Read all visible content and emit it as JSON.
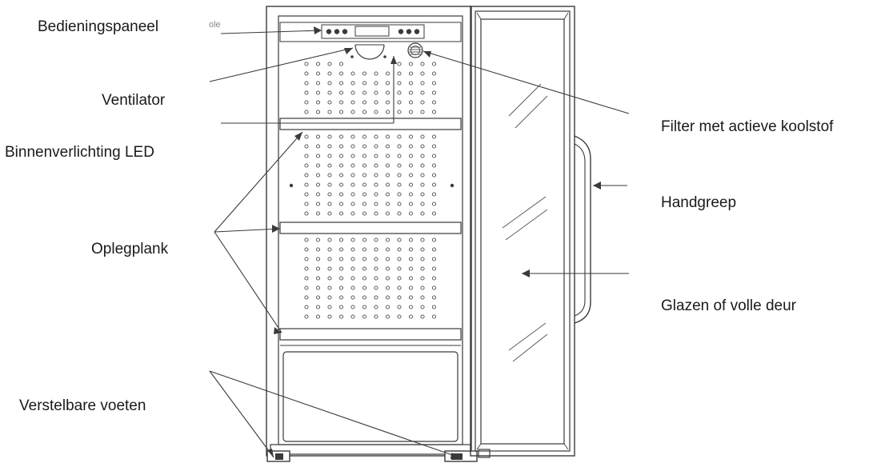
{
  "labels": {
    "bedieningspaneel": "Bedieningspaneel",
    "ventilator": "Ventilator",
    "binnenverlichting": "Binnenverlichting LED",
    "oplegplank": "Oplegplank",
    "verstelbare_voeten": "Verstelbare voeten",
    "filter": "Filter met actieve koolstof",
    "handgreep": "Handgreep",
    "deur": "Glazen of volle deur"
  },
  "logo_fragment": "ole",
  "colors": {
    "line": "#3a3a3a",
    "text": "#1a1a1a"
  }
}
